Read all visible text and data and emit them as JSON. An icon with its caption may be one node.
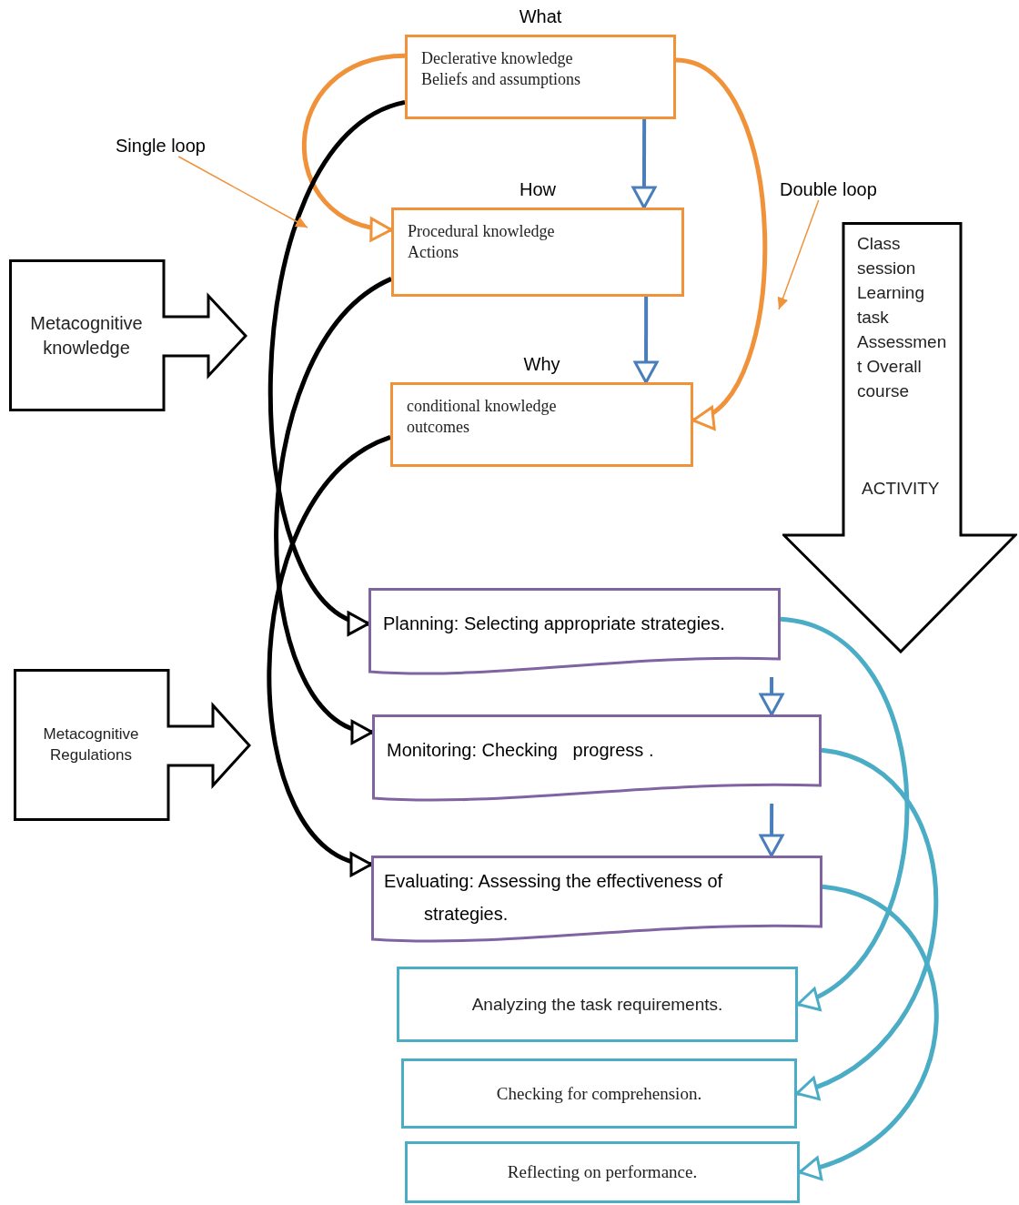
{
  "diagram": {
    "nodes": [
      {
        "text": [
          "What",
          "Declerative knowledge",
          "Beliefs and assumptions"
        ]
      },
      {
        "text": [
          "How",
          "Procedural knowledge",
          "Actions"
        ]
      },
      {
        "text": [
          "Why",
          "conditional knowledge",
          "outcomes"
        ]
      },
      {
        "text": [
          "Metacognitive knowledge"
        ]
      },
      {
        "text": [
          "Planning: Selecting appropriate strategies."
        ]
      },
      {
        "text": [
          "Monitoring: Checking   progress ."
        ]
      },
      {
        "text": [
          "Evaluating: Assessing the effectiveness of strategies."
        ]
      },
      {
        "text": [
          "Metacognitive Regulations"
        ]
      },
      {
        "text": [
          "Analyzing the task requirements."
        ]
      },
      {
        "text": [
          "Checking for comprehension."
        ]
      },
      {
        "text": [
          "Reflecting on performance."
        ]
      },
      {
        "text": [
          "Class session Learning task Assessment Overall course",
          "ACTIVITY"
        ]
      },
      {
        "text": [
          "Single loop"
        ]
      },
      {
        "text": [
          "Double loop"
        ]
      }
    ],
    "edges": [
      {
        "from": 0,
        "to": 1,
        "arrow": "to",
        "color": "#4a7ebb"
      },
      {
        "from": 1,
        "to": 2,
        "arrow": "to",
        "color": "#4a7ebb"
      },
      {
        "from": 0,
        "to": 1,
        "arrow": "to",
        "color": "#f0923a"
      },
      {
        "from": 0,
        "to": 2,
        "arrow": "to",
        "color": "#f0923a"
      },
      {
        "from": 0,
        "to": 4,
        "arrow": "to",
        "color": "#000000"
      },
      {
        "from": 1,
        "to": 5,
        "arrow": "to",
        "color": "#000000"
      },
      {
        "from": 2,
        "to": 6,
        "arrow": "to",
        "color": "#000000"
      },
      {
        "from": 4,
        "to": 5,
        "arrow": "to",
        "color": "#4a7ebb"
      },
      {
        "from": 5,
        "to": 6,
        "arrow": "to",
        "color": "#4a7ebb"
      },
      {
        "from": 4,
        "to": 8,
        "arrow": "to",
        "color": "#4bacc6"
      },
      {
        "from": 5,
        "to": 9,
        "arrow": "to",
        "color": "#4bacc6"
      },
      {
        "from": 6,
        "to": 10,
        "arrow": "to",
        "color": "#4bacc6"
      },
      {
        "from": 12,
        "to": null,
        "arrow": "to",
        "color": "#f0923a"
      },
      {
        "from": 13,
        "to": null,
        "arrow": "to",
        "color": "#f0923a"
      }
    ]
  }
}
